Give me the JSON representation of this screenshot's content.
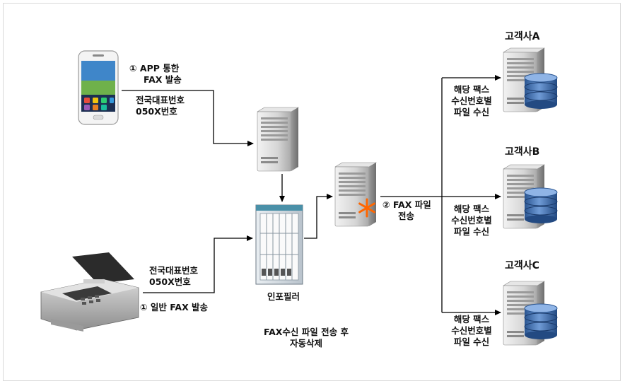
{
  "phone": {
    "send_label_1": "① APP 통한",
    "send_label_2": "FAX 발송",
    "number_1": "전국대표번호",
    "number_2": "050X번호"
  },
  "fax_machine": {
    "number_1": "전국대표번호",
    "number_2": "050X번호",
    "send_label": "① 일반 FAX 발송"
  },
  "filter": {
    "name": "인포필러",
    "note_1": "FAX수신 파일 전송 후",
    "note_2": "자동삭제"
  },
  "transfer": {
    "label_1": "② FAX 파일",
    "label_2": "전송"
  },
  "customers": [
    {
      "name": "고객사A",
      "desc_1": "해당 팩스",
      "desc_2": "수신번호별",
      "desc_3": "파일 수신"
    },
    {
      "name": "고객사B",
      "desc_1": "해당 팩스",
      "desc_2": "수신번호별",
      "desc_3": "파일 수신"
    },
    {
      "name": "고객사C",
      "desc_1": "해당 팩스",
      "desc_2": "수신번호별",
      "desc_3": "파일 수신"
    }
  ],
  "colors": {
    "line": "#000000",
    "server_body": "#d7d7d7",
    "db_blue": "#3a6aa8",
    "asterisk": "#ff6600"
  },
  "icons": [
    "smartphone-icon",
    "server-icon",
    "fax-machine-icon",
    "filter-rack-icon",
    "database-icon",
    "asterisk-icon"
  ]
}
